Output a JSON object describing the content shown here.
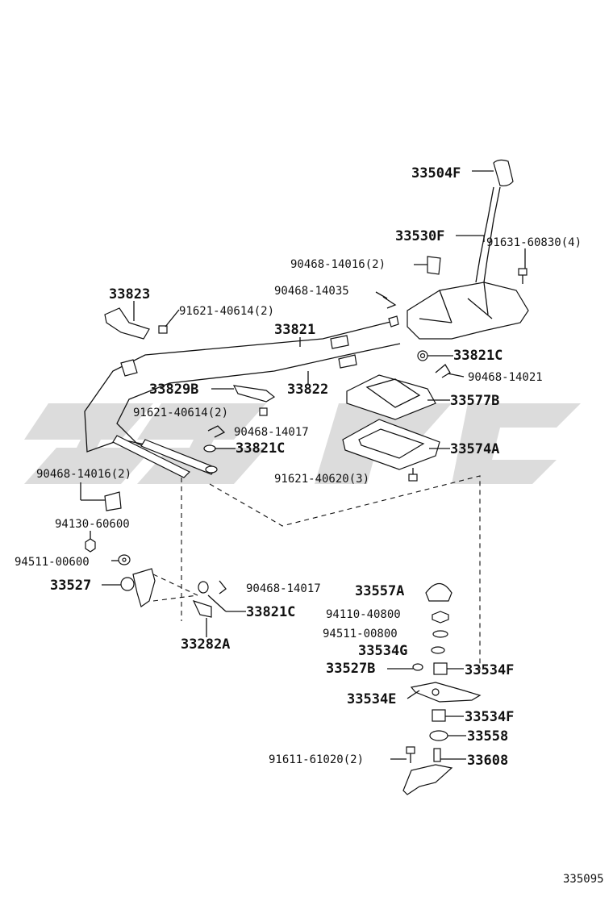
{
  "labels": {
    "p33504F": "33504F",
    "p33530F": "33530F",
    "p91631_60830": "91631-60830(4)",
    "p90468_14016_2_top": "90468-14016(2)",
    "p90468_14035": "90468-14035",
    "p33823": "33823",
    "p91621_40614_a": "91621-40614(2)",
    "p33821": "33821",
    "p33821C_a": "33821C",
    "p90468_14021": "90468-14021",
    "p33829B": "33829B",
    "p33822": "33822",
    "p33577B": "33577B",
    "p91621_40614_b": "91621-40614(2)",
    "p90468_14017_a": "90468-14017",
    "p33821C_b": "33821C",
    "p33574A": "33574A",
    "p90468_14016_2_left": "90468-14016(2)",
    "p91621_40620": "91621-40620(3)",
    "p94130_60600": "94130-60600",
    "p94511_00600": "94511-00600",
    "p33527": "33527",
    "p90468_14017_b": "90468-14017",
    "p33557A": "33557A",
    "p33821C_c": "33821C",
    "p94110_40800": "94110-40800",
    "p33282A": "33282A",
    "p94511_00800": "94511-00800",
    "p33534G": "33534G",
    "p33527B": "33527B",
    "p33534F_a": "33534F",
    "p33534E": "33534E",
    "p33534F_b": "33534F",
    "p33558": "33558",
    "p91611_61020": "91611-61020(2)",
    "p33608": "33608",
    "diagram_id": "335095"
  },
  "colors": {
    "ink": "#111111",
    "watermark": "#d6d6d6",
    "background": "#ffffff"
  }
}
